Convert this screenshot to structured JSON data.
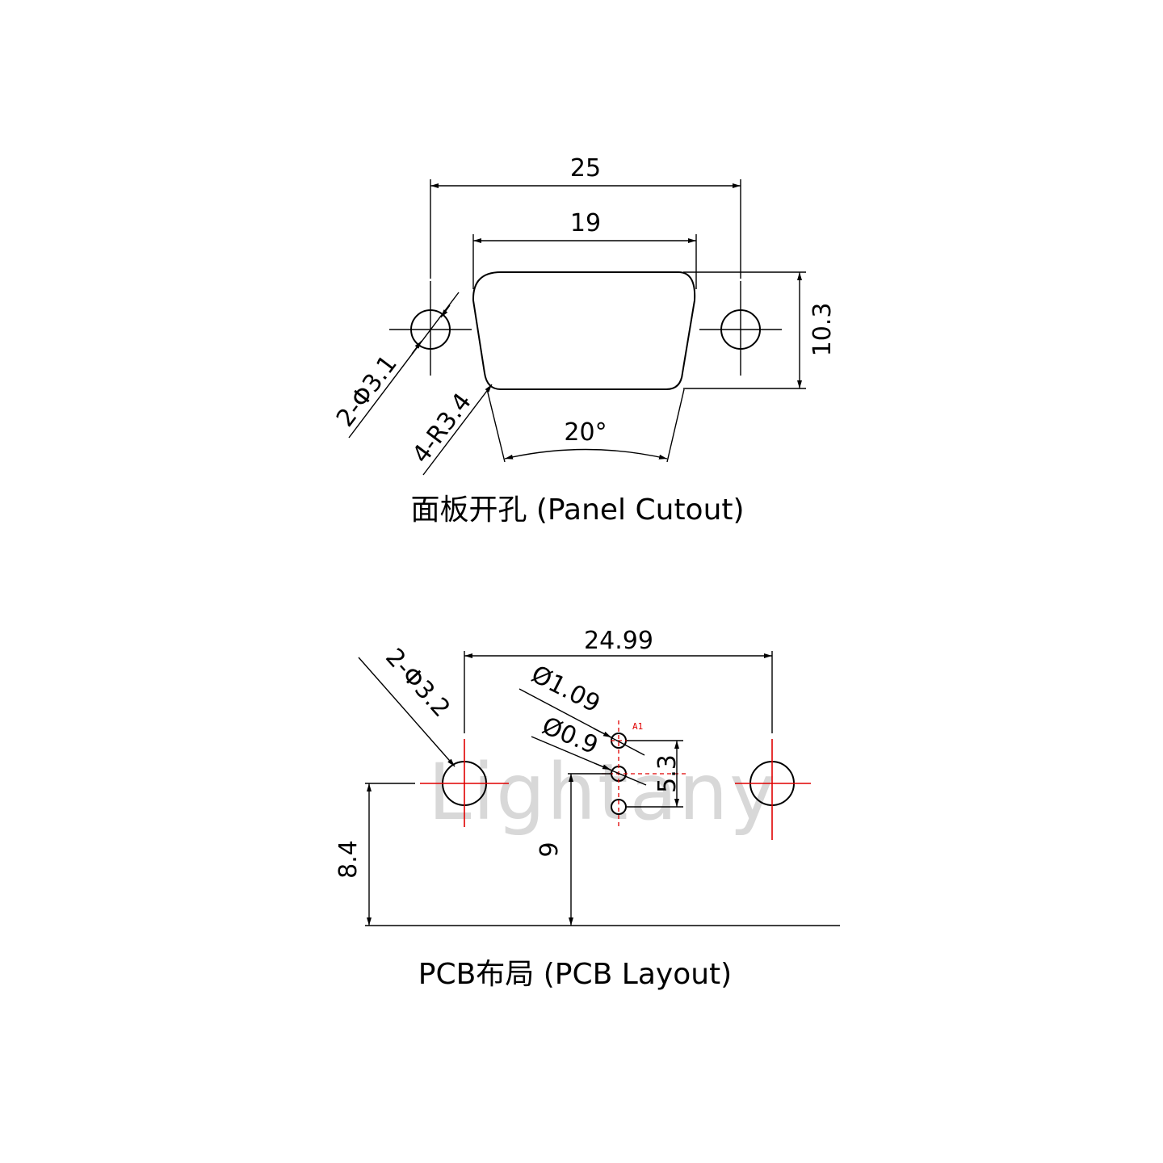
{
  "panel_cutout": {
    "dim_width_outer": "25",
    "dim_width_inner": "19",
    "dim_height": "10.3",
    "dim_hole": "2-Φ3.1",
    "dim_radius": "4-R3.4",
    "dim_angle": "20°",
    "caption": "面板开孔 (Panel Cutout)"
  },
  "pcb_layout": {
    "dim_width": "24.99",
    "dim_hole": "2-Φ3.2",
    "dim_pad_large": "Ø1.09",
    "dim_pad_small": "Ø0.9",
    "dim_pitch": "5.3",
    "dim_height_left": "8.4",
    "dim_height_mid": "9",
    "pin_label": "A1",
    "watermark": "Lightany",
    "caption": "PCB布局 (PCB Layout)"
  },
  "colors": {
    "line": "#000000",
    "center_mark": "#e00000",
    "watermark": "#d8d8d8"
  }
}
